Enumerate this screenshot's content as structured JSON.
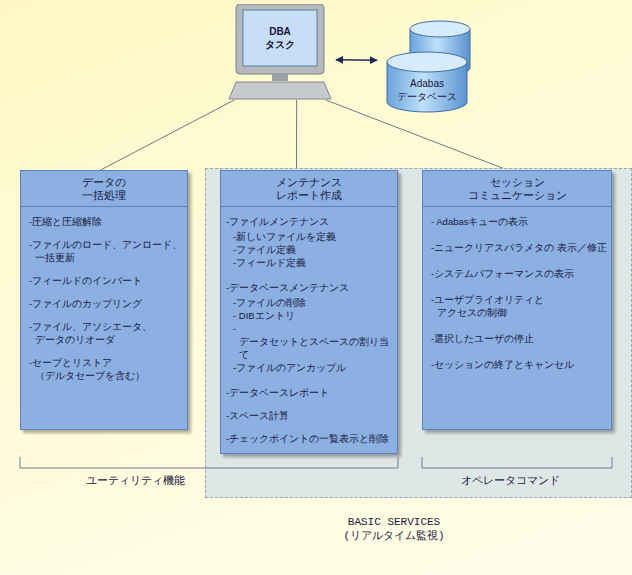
{
  "diagram": {
    "nodes": [
      {
        "text": [
          "DBA タスク"
        ]
      },
      {
        "text": [
          "Adabas データベース"
        ]
      },
      {
        "text": [
          "データの 一括処理",
          "-圧縮と圧縮解除",
          "-ファイルのロード、アンロード、 一括更新",
          "-フィールドのインバート",
          "-ファイルのカップリング",
          "-ファイル、アソシエータ、 データのリオーダ",
          "-セーブとリストア （デルタセーブを含む）"
        ]
      },
      {
        "text": [
          "BASIC SERVICES (リアルタイム監視)"
        ]
      },
      {
        "text": [
          "メンテナンス レポート作成",
          "-ファイルメンテナンス",
          "-新しいファイルを定義",
          "-ファイル定義",
          "-フィールド定義",
          "-データベースメンテナンス",
          "-ファイルの削除",
          "- DIBエントリ",
          "-データセットとスペースの割り当て",
          "-ファイルのアンカップル",
          "-データベースレポート",
          "-スペース計算",
          "-チェックポイントの一覧表示と削除"
        ],
        "in": 3
      },
      {
        "text": [
          "セッション コミュニケーション",
          "- Adabasキューの表示",
          "-ニュークリアスパラメタの 表示／修正",
          "-システムパフォーマンスの表示",
          "-ユーザプライオリティと アクセスの制御",
          "-選択したユーザの停止",
          "-セッションの終了とキャンセル"
        ],
        "in": 3
      }
    ],
    "edges": [
      {
        "from": 0,
        "to": 1,
        "arrow": "both"
      },
      {
        "from": 0,
        "to": 2,
        "arrow": "none"
      },
      {
        "from": 0,
        "to": 4,
        "arrow": "none"
      },
      {
        "from": 0,
        "to": 5,
        "arrow": "none"
      }
    ],
    "labels": [
      "ユーティリティ機能",
      "オペレータコマンド"
    ]
  }
}
